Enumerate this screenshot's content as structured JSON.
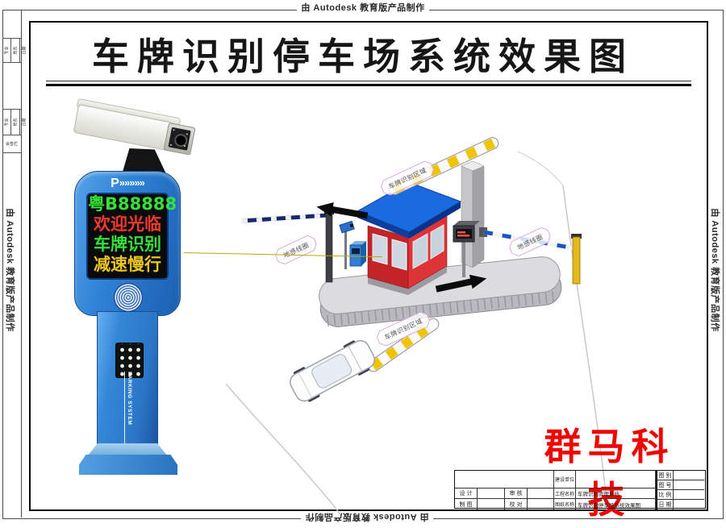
{
  "frame": {
    "stamp": "由 Autodesk 教育版产品制作",
    "title": "车牌识别停车场系统效果图",
    "brand": "群马科技"
  },
  "colors": {
    "brand_red": "#ee0600",
    "kiosk_blue": "#2f82d6",
    "booth_red": "#d93034",
    "roof_blue": "#1a6ae0",
    "led_background": "#0a0a0c"
  },
  "margin_table": {
    "band1": [
      "专业",
      "姓名",
      "日期"
    ],
    "band2": [
      "专业",
      "姓名",
      "日期"
    ],
    "footer": "会签栏"
  },
  "kiosk": {
    "logo_p": "P",
    "logo_chevrons": "»»»»»",
    "led_lines": [
      {
        "text": "粤B88888",
        "color": "#35e03a"
      },
      {
        "text": "欢迎光临",
        "color": "#f23a2e"
      },
      {
        "text": "车牌识别",
        "color": "#35e03a"
      },
      {
        "text": "减速慢行",
        "color": "#ecc61e"
      }
    ],
    "pillar_label": "PARKING SYSTEM"
  },
  "scene": {
    "zone_label_top": "车牌识别区域",
    "zone_label_bottom": "车牌识别区域",
    "coil_label_left": "地感线圈",
    "coil_label_right": "地感线圈"
  },
  "title_block": {
    "design": "设 计",
    "draft": "制 图",
    "review": "审 核",
    "proof": "校 对",
    "owner_label": "建设单位",
    "project_label": "工程名称",
    "project_value": "车牌识别管理系统",
    "drawing_label": "图纸名称",
    "drawing_value": "车牌识别停车场系统效果图",
    "fig_type": "图 别",
    "fig_no": "图 号",
    "scale": "比 例",
    "date": "日 期"
  }
}
